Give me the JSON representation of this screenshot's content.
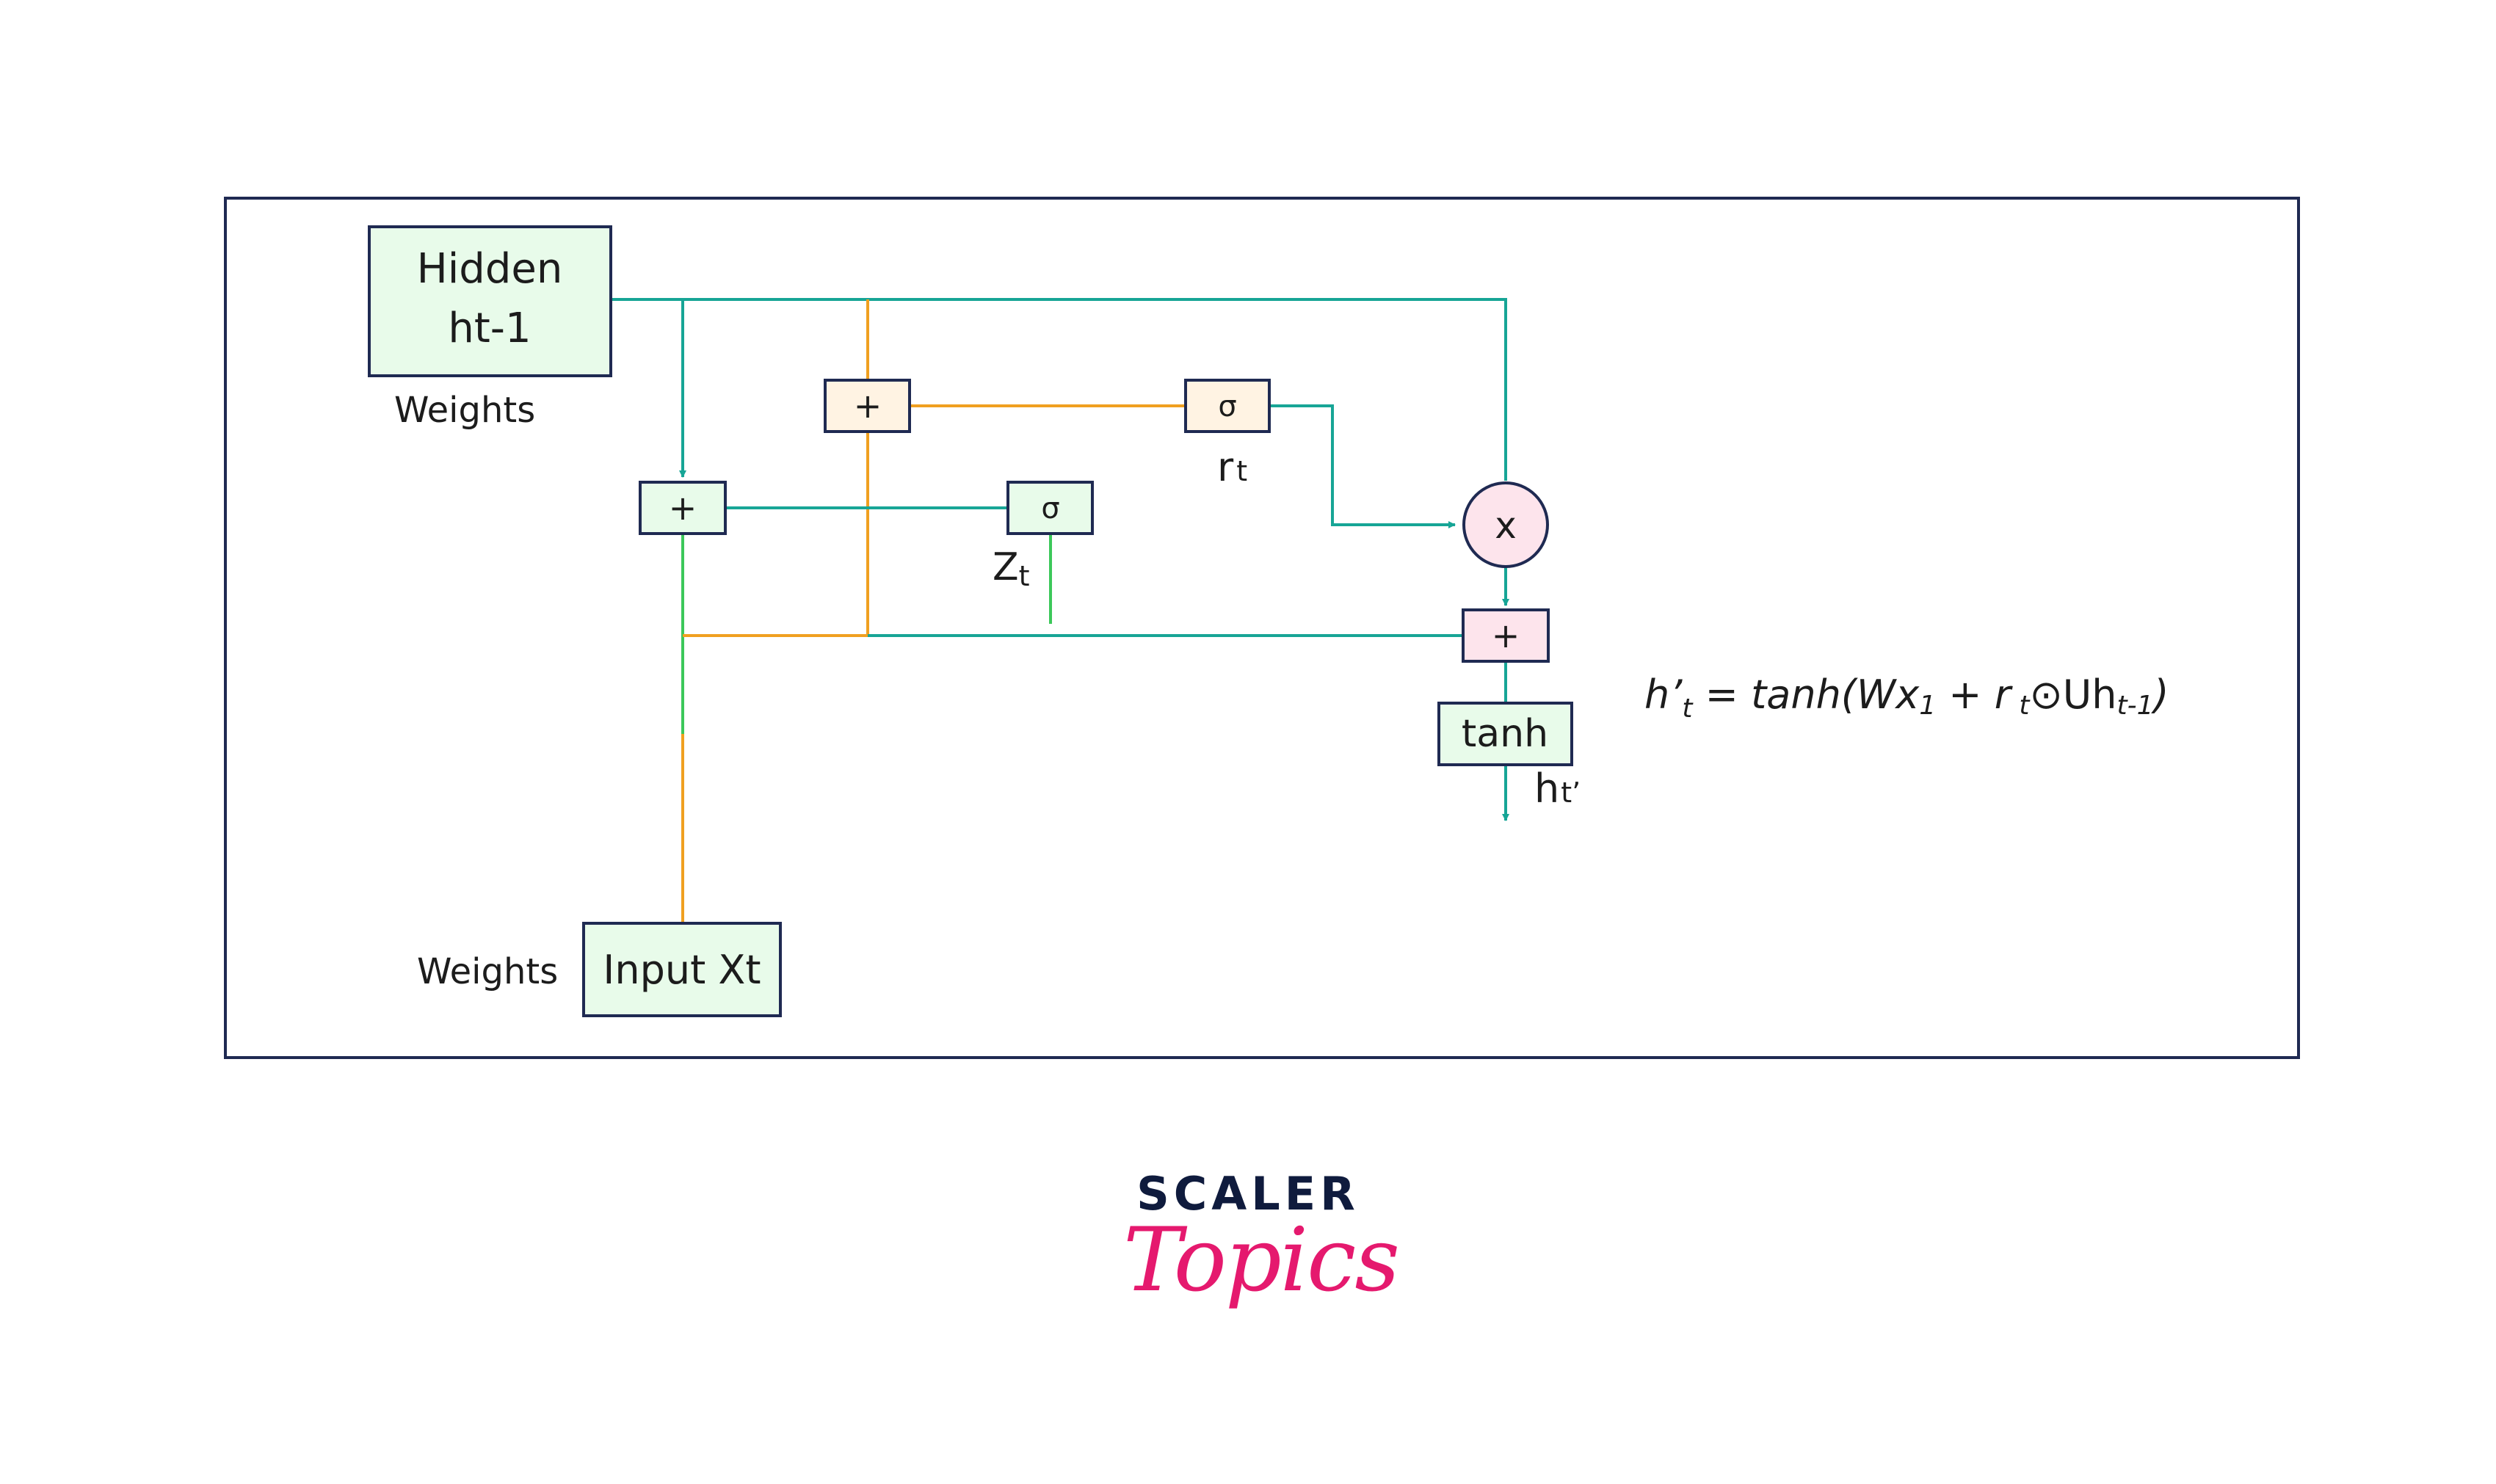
{
  "nodes": {
    "hidden": {
      "line1": "Hidden",
      "line2": "ht-1"
    },
    "input": {
      "label": "Input Xt"
    },
    "plus_reset": {
      "label": "+"
    },
    "sigma_reset": {
      "label": "σ"
    },
    "plus_update": {
      "label": "+"
    },
    "sigma_update": {
      "label": "σ"
    },
    "multiply": {
      "label": "x"
    },
    "plus_candidate": {
      "label": "+"
    },
    "tanh": {
      "label": "tanh"
    }
  },
  "labels": {
    "weights_hidden": "Weights",
    "weights_input": "Weights",
    "rt_main": "r",
    "rt_sub": "t",
    "zt_main": "Z",
    "zt_sub": "t",
    "ht_main": "h",
    "ht_sub": "t’"
  },
  "equation": {
    "p1": "h’",
    "p1_sub": "t",
    "p2": " = tanh(Wx",
    "p2_sub": "1",
    "p3": " + r",
    "p3_sub": " t",
    "p4": "⊙Uh",
    "p4_sub": "t-1",
    "p5": ")"
  },
  "logo": {
    "top": "SCALER",
    "bottom": "Topics"
  },
  "colors": {
    "teal": "#17a596",
    "orange": "#f0a020",
    "green": "#3cc85a",
    "frame": "#1f2a52",
    "box_green": "#e8fbea",
    "box_orange": "#fff3e3",
    "box_pink": "#fde4ec",
    "logo_navy": "#0f1b3d",
    "logo_pink": "#e5196e"
  }
}
